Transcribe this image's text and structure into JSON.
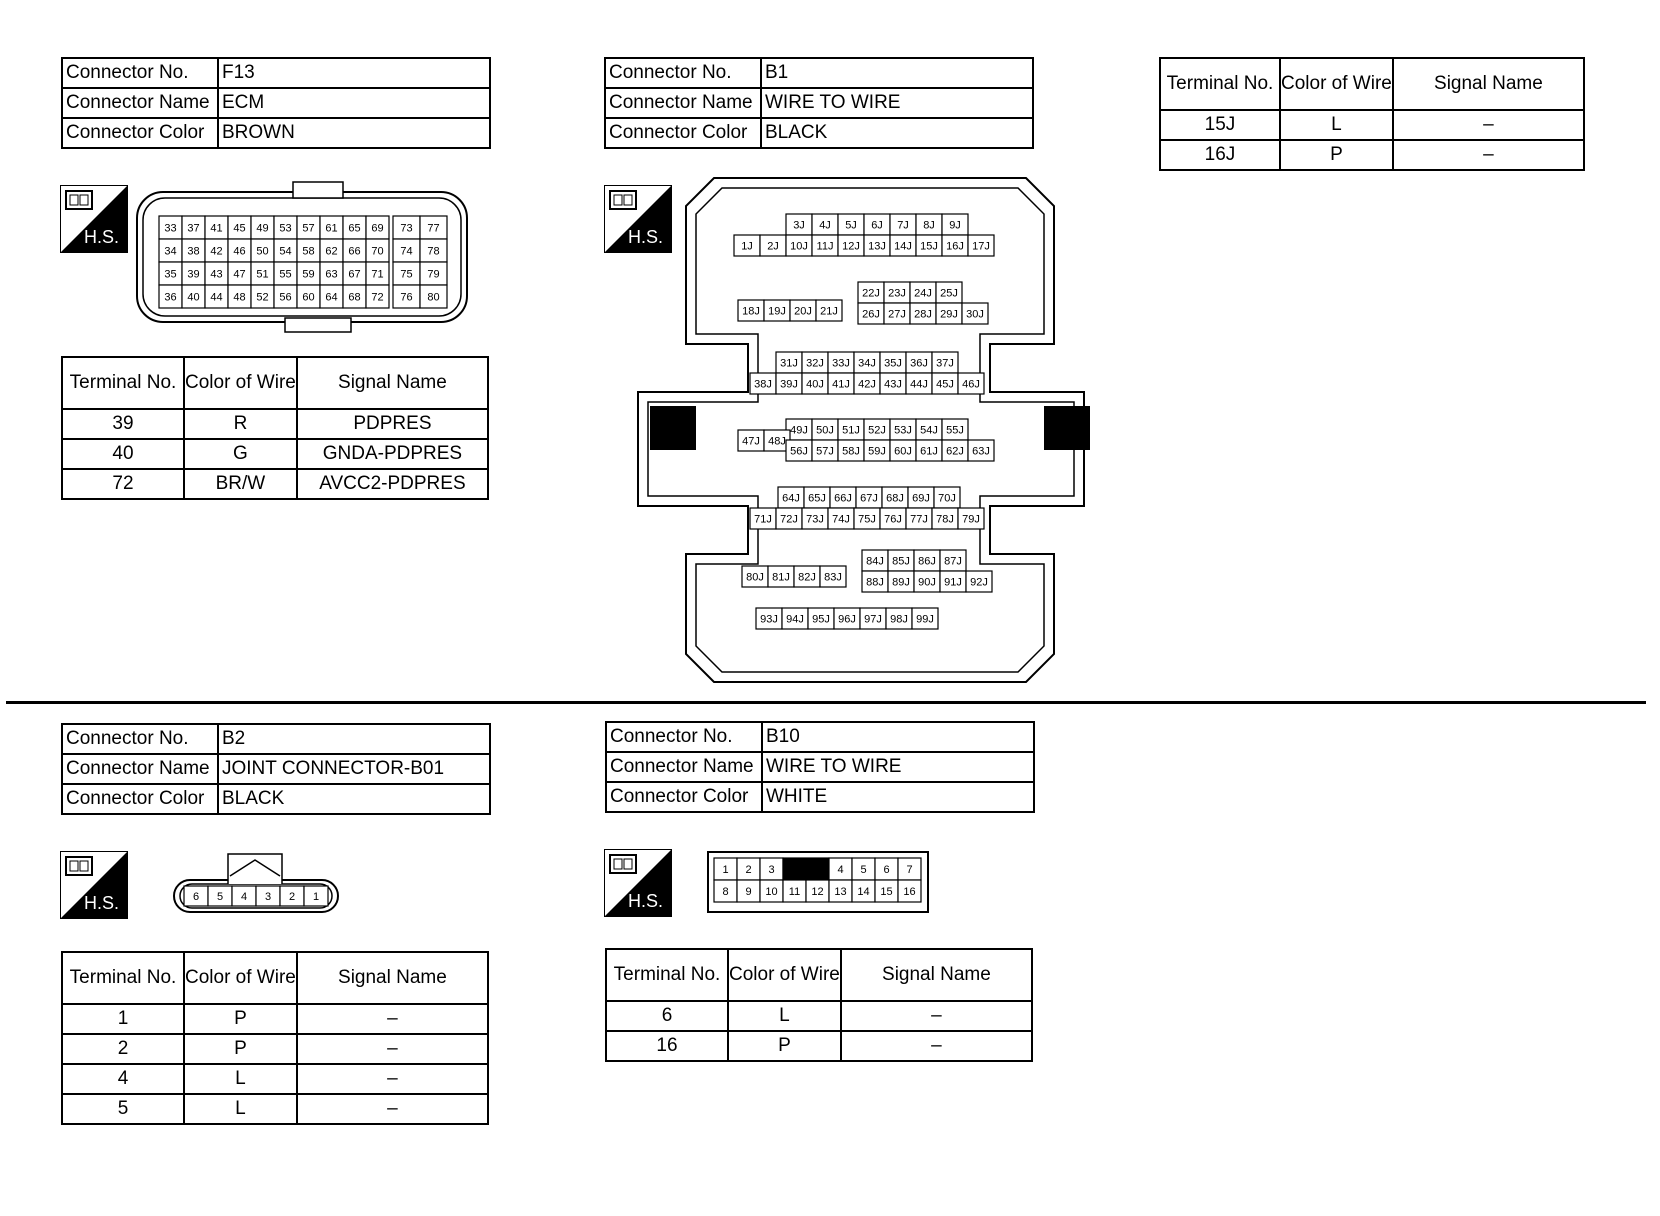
{
  "hs_label": "H.S.",
  "table_headers": {
    "terminal": "Terminal No.",
    "color": "Color of Wire",
    "signal": "Signal Name"
  },
  "info_labels": {
    "no": "Connector No.",
    "name": "Connector Name",
    "color": "Connector Color"
  },
  "f13": {
    "no": "F13",
    "name": "ECM",
    "color": "BROWN",
    "pins": [
      [
        "33",
        "37",
        "41",
        "45",
        "49",
        "53",
        "57",
        "61",
        "65",
        "69",
        "73",
        "77"
      ],
      [
        "34",
        "38",
        "42",
        "46",
        "50",
        "54",
        "58",
        "62",
        "66",
        "70",
        "74",
        "78"
      ],
      [
        "35",
        "39",
        "43",
        "47",
        "51",
        "55",
        "59",
        "63",
        "67",
        "71",
        "75",
        "79"
      ],
      [
        "36",
        "40",
        "44",
        "48",
        "52",
        "56",
        "60",
        "64",
        "68",
        "72",
        "76",
        "80"
      ]
    ],
    "rows": [
      {
        "t": "39",
        "c": "R",
        "s": "PDPRES"
      },
      {
        "t": "40",
        "c": "G",
        "s": "GNDA-PDPRES"
      },
      {
        "t": "72",
        "c": "BR/W",
        "s": "AVCC2-PDPRES"
      }
    ]
  },
  "b1": {
    "no": "B1",
    "name": "WIRE TO WIRE",
    "color": "BLACK",
    "rows": [
      {
        "t": "15J",
        "c": "L",
        "s": "–"
      },
      {
        "t": "16J",
        "c": "P",
        "s": "–"
      }
    ]
  },
  "b2": {
    "no": "B2",
    "name": "JOINT CONNECTOR-B01",
    "color": "BLACK",
    "pins": [
      "6",
      "5",
      "4",
      "3",
      "2",
      "1"
    ],
    "rows": [
      {
        "t": "1",
        "c": "P",
        "s": "–"
      },
      {
        "t": "2",
        "c": "P",
        "s": "–"
      },
      {
        "t": "4",
        "c": "L",
        "s": "–"
      },
      {
        "t": "5",
        "c": "L",
        "s": "–"
      }
    ]
  },
  "b10": {
    "no": "B10",
    "name": "WIRE TO WIRE",
    "color": "WHITE",
    "pins_top": [
      "1",
      "2",
      "3",
      "",
      "4",
      "5",
      "6",
      "7"
    ],
    "pins_bottom": [
      "8",
      "9",
      "10",
      "11",
      "12",
      "13",
      "14",
      "15",
      "16"
    ],
    "rows": [
      {
        "t": "6",
        "c": "L",
        "s": "–"
      },
      {
        "t": "16",
        "c": "P",
        "s": "–"
      }
    ]
  }
}
